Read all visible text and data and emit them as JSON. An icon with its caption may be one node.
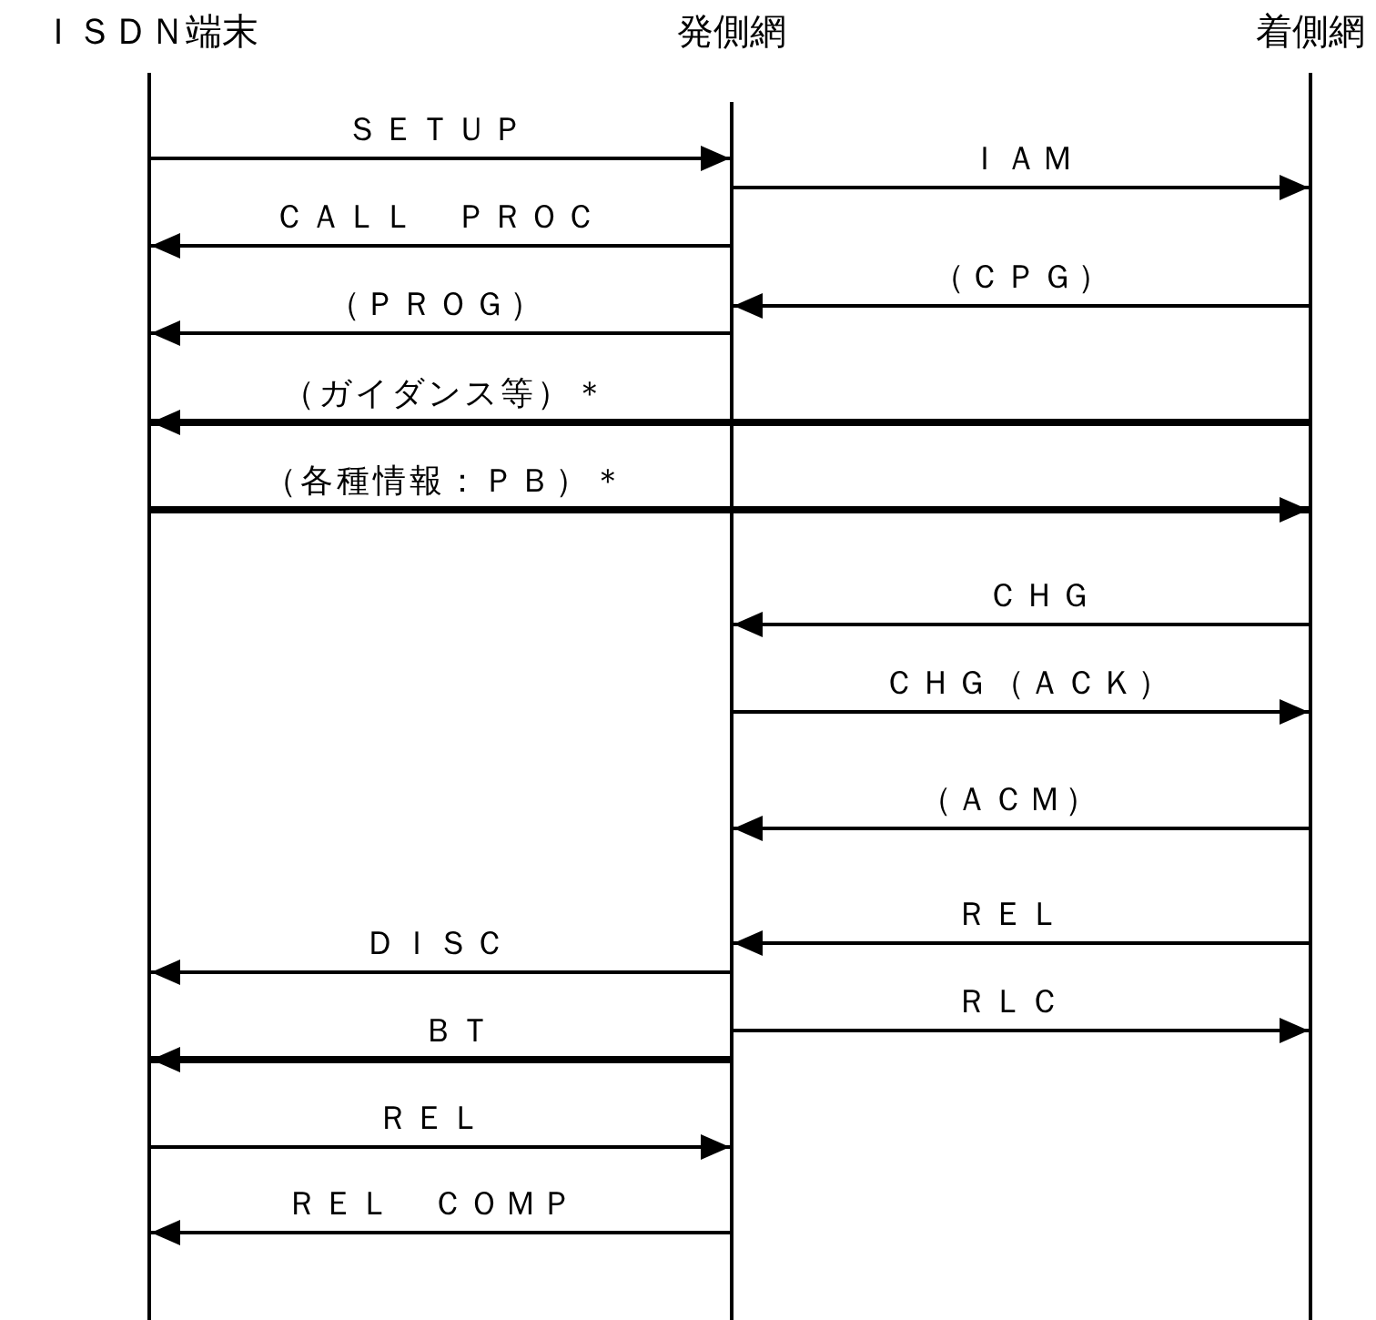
{
  "diagram": {
    "nodes": [
      {
        "text": [
          "ＩＳＤＮ端末"
        ]
      },
      {
        "text": [
          "発側網"
        ]
      },
      {
        "text": [
          "着側網"
        ]
      }
    ],
    "edges": [
      {
        "from": 0,
        "to": 1,
        "arrow": "to",
        "label": "ＳＥＴＵＰ"
      },
      {
        "from": 1,
        "to": 2,
        "arrow": "to",
        "label": "ＩＡＭ"
      },
      {
        "from": 1,
        "to": 0,
        "arrow": "to",
        "label": "ＣＡＬＬ　ＰＲＯＣ"
      },
      {
        "from": 2,
        "to": 1,
        "arrow": "to",
        "label": "（ＣＰＧ）"
      },
      {
        "from": 1,
        "to": 0,
        "arrow": "to",
        "label": "（ＰＲＯＧ）"
      },
      {
        "from": 2,
        "to": 0,
        "arrow": "to",
        "label": "（ガイダンス等）＊",
        "style": "thick"
      },
      {
        "from": 0,
        "to": 2,
        "arrow": "to",
        "label": "（各種情報：ＰＢ）＊",
        "style": "thick"
      },
      {
        "from": 2,
        "to": 1,
        "arrow": "to",
        "label": "ＣＨＧ"
      },
      {
        "from": 1,
        "to": 2,
        "arrow": "to",
        "label": "ＣＨＧ（ＡＣＫ）"
      },
      {
        "from": 2,
        "to": 1,
        "arrow": "to",
        "label": "（ＡＣＭ）"
      },
      {
        "from": 2,
        "to": 1,
        "arrow": "to",
        "label": "ＲＥＬ"
      },
      {
        "from": 1,
        "to": 0,
        "arrow": "to",
        "label": "ＤＩＳＣ"
      },
      {
        "from": 1,
        "to": 2,
        "arrow": "to",
        "label": "ＲＬＣ"
      },
      {
        "from": 1,
        "to": 0,
        "arrow": "to",
        "label": "ＢＴ",
        "style": "thick"
      },
      {
        "from": 0,
        "to": 1,
        "arrow": "to",
        "label": "ＲＥＬ"
      },
      {
        "from": 1,
        "to": 0,
        "arrow": "to",
        "label": "ＲＥＬ　ＣＯＭＰ"
      }
    ]
  }
}
